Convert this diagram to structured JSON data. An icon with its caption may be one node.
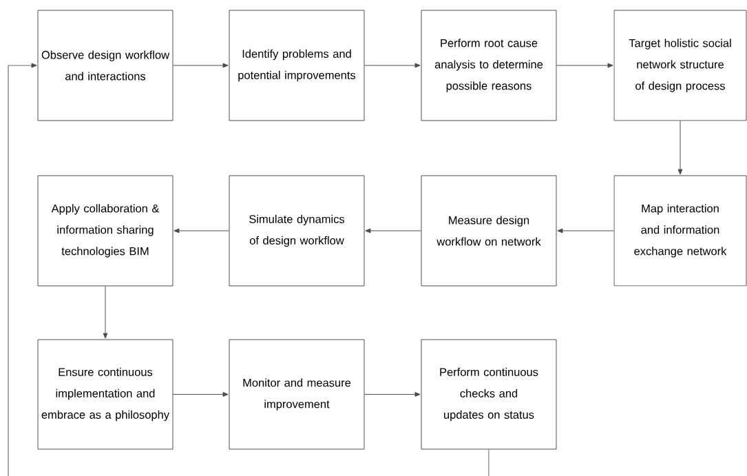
{
  "diagram": {
    "nodes": [
      {
        "text": [
          "Observe design workflow and interactions"
        ]
      },
      {
        "text": [
          "Identify problems and potential improvements"
        ]
      },
      {
        "text": [
          "Perform root cause analysis to determine possible reasons"
        ]
      },
      {
        "text": [
          "Target holistic social network structure of design process"
        ]
      },
      {
        "text": [
          "Apply collaboration & information sharing technologies BIM"
        ]
      },
      {
        "text": [
          "Simulate dynamics of design workflow"
        ]
      },
      {
        "text": [
          "Measure design workflow on network"
        ]
      },
      {
        "text": [
          "Map interaction and information exchange network"
        ]
      },
      {
        "text": [
          "Ensure continuous implementation and embrace as a philosophy"
        ]
      },
      {
        "text": [
          "Monitor and measure improvement"
        ]
      },
      {
        "text": [
          "Perform continuous checks and updates on status"
        ]
      }
    ],
    "edges": [
      {
        "from": 0,
        "to": 1,
        "arrow": "to"
      },
      {
        "from": 1,
        "to": 2,
        "arrow": "to"
      },
      {
        "from": 2,
        "to": 3,
        "arrow": "to"
      },
      {
        "from": 3,
        "to": 7,
        "arrow": "to"
      },
      {
        "from": 7,
        "to": 6,
        "arrow": "to"
      },
      {
        "from": 6,
        "to": 5,
        "arrow": "to"
      },
      {
        "from": 5,
        "to": 4,
        "arrow": "to"
      },
      {
        "from": 4,
        "to": 8,
        "arrow": "to"
      },
      {
        "from": 8,
        "to": 9,
        "arrow": "to"
      },
      {
        "from": 9,
        "to": 10,
        "arrow": "to"
      },
      {
        "from": 10,
        "to": 0,
        "arrow": "to"
      }
    ]
  }
}
